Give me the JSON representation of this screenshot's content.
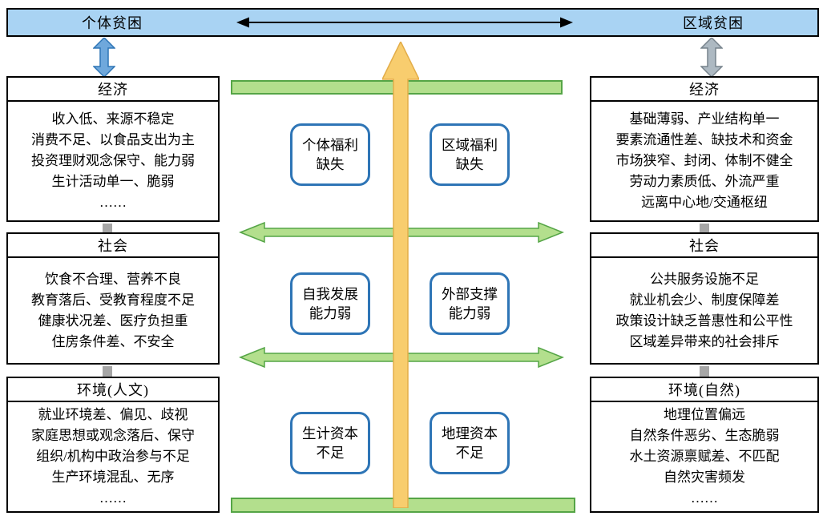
{
  "banner": {
    "left_label": "个体贫困",
    "right_label": "区域贫困"
  },
  "left_column": {
    "sections": [
      {
        "title": "经济",
        "lines": [
          "收入低、来源不稳定",
          "消费不足、以食品支出为主",
          "投资理财观念保守、能力弱",
          "生计活动单一、脆弱",
          "……"
        ]
      },
      {
        "title": "社会",
        "lines": [
          "饮食不合理、营养不良",
          "教育落后、受教育程度不足",
          "健康状况差、医疗负担重",
          "住房条件差、不安全"
        ]
      },
      {
        "title": "环境(人文)",
        "lines": [
          "就业环境差、偏见、歧视",
          "家庭思想或观念落后、保守",
          "组织/机构中政治参与不足",
          "生产环境混乱、无序",
          "……"
        ]
      }
    ]
  },
  "right_column": {
    "sections": [
      {
        "title": "经济",
        "lines": [
          "基础薄弱、产业结构单一",
          "要素流通性差、缺技术和资金",
          "市场狭窄、封闭、体制不健全",
          "劳动力素质低、外流严重",
          "远离中心地/交通枢纽"
        ]
      },
      {
        "title": "社会",
        "lines": [
          "公共服务设施不足",
          "就业机会少、制度保障差",
          "政策设计缺乏普惠性和公平性",
          "区域差异带来的社会排斥"
        ]
      },
      {
        "title": "环境(自然)",
        "lines": [
          "地理位置偏远",
          "自然条件恶劣、生态脆弱",
          "水土资源禀赋差、不匹配",
          "自然灾害频发",
          "……"
        ]
      }
    ]
  },
  "center_boxes": [
    {
      "line1": "个体福利",
      "line2": "缺失"
    },
    {
      "line1": "区域福利",
      "line2": "缺失"
    },
    {
      "line1": "自我发展",
      "line2": "能力弱"
    },
    {
      "line1": "外部支撑",
      "line2": "能力弱"
    },
    {
      "line1": "生计资本",
      "line2": "不足"
    },
    {
      "line1": "地理资本",
      "line2": "不足"
    }
  ],
  "colors": {
    "banner_fill": "#a9d3f3",
    "green_fill": "#b3df8d",
    "green_stroke": "#55a546",
    "yellow_fill": "#f8cd6e",
    "yellow_stroke": "#e3ad49",
    "rounded_box_border": "#2e75b6",
    "blue_arrow_fill": "#6fa8dc",
    "gray_arrow_fill": "#adb9c2",
    "connector_gray": "#a6a6a6"
  }
}
